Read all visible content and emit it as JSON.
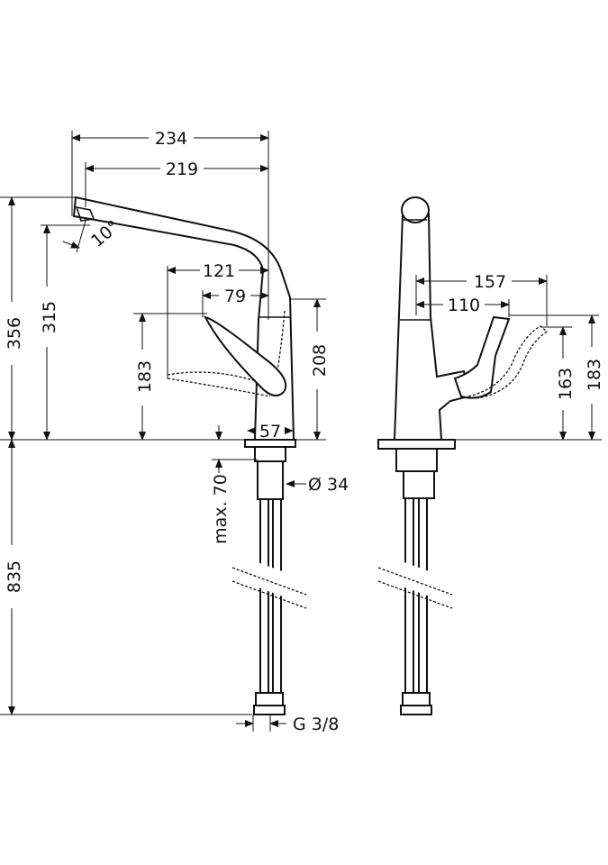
{
  "drawing": {
    "dimensions": {
      "spout_reach_total": "234",
      "spout_reach_aerator": "219",
      "spout_angle": "10°",
      "total_height": "356",
      "outlet_height": "315",
      "handle_reach_front": "121",
      "handle_reach_front_short": "79",
      "handle_height_front": "183",
      "body_height": "208",
      "base_diameter": "57",
      "max_counter_thickness": "max. 70",
      "mounting_hole": "Ø 34",
      "hose_length": "835",
      "connection": "G 3/8",
      "handle_reach_side": "157",
      "handle_reach_side_short": "110",
      "handle_height_side_low": "163",
      "handle_height_side_high": "183"
    }
  }
}
